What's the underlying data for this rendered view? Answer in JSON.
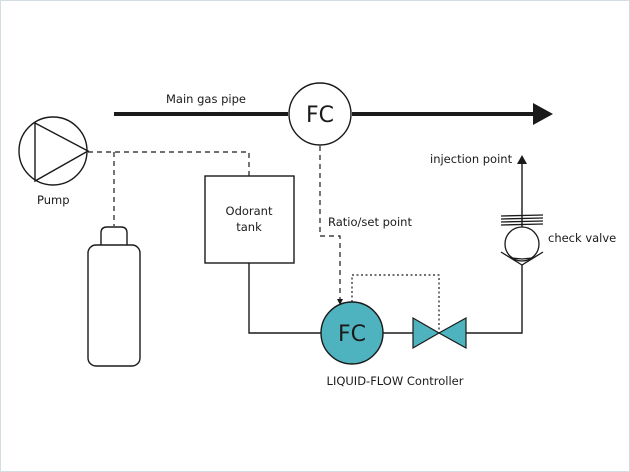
{
  "diagram": {
    "labels": {
      "main_gas_pipe": "Main gas pipe",
      "pump": "Pump",
      "odorant_tank_line1": "Odorant",
      "odorant_tank_line2": "tank",
      "ratio_set_point": "Ratio/set point",
      "injection_point": "injection point",
      "check_valve": "check valve",
      "liquid_flow_controller": "LIQUID-FLOW Controller"
    },
    "main_flow_controller": {
      "text": "FC"
    },
    "liquid_flow_controller": {
      "text": "FC",
      "fill": "#4fb3bf"
    },
    "control_valve": {
      "fill": "#4fb3bf"
    },
    "colors": {
      "line": "#1a1a1a",
      "accent": "#4fb3bf",
      "border": "#d3dde2"
    }
  }
}
